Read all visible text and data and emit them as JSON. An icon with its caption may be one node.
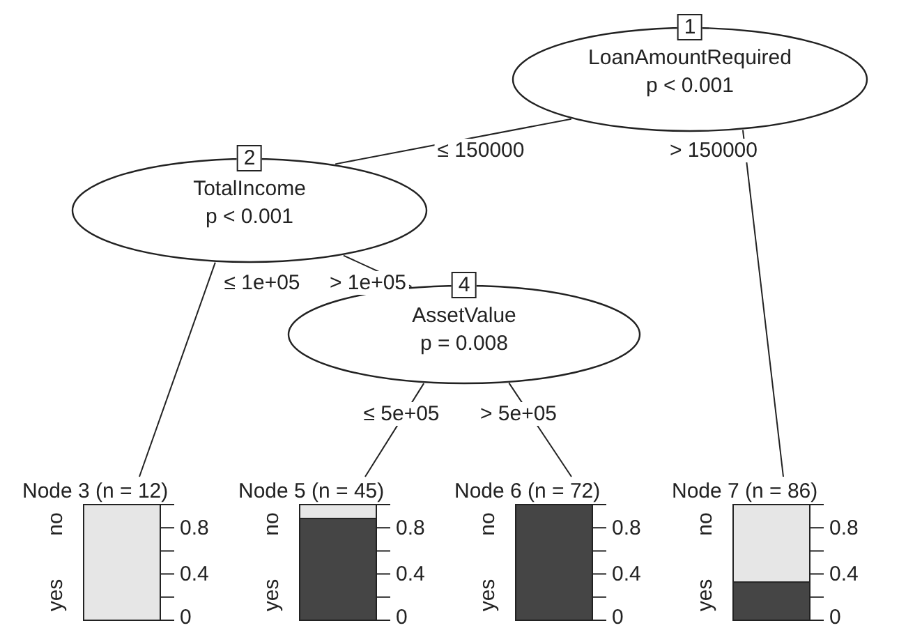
{
  "diagram": {
    "nodes": [
      {
        "text": [
          "1",
          "LoanAmountRequired",
          "p < 0.001"
        ]
      },
      {
        "text": [
          "2",
          "TotalIncome",
          "p < 0.001"
        ]
      },
      {
        "text": [
          "Node 3 (n = 12)",
          "no",
          "yes",
          "0.8",
          "0.4",
          "0"
        ]
      },
      {
        "text": [
          "4",
          "AssetValue",
          "p = 0.008"
        ]
      },
      {
        "text": [
          "Node 5 (n = 45)",
          "no",
          "yes",
          "0.8",
          "0.4",
          "0"
        ]
      },
      {
        "text": [
          "Node 6 (n = 72)",
          "no",
          "yes",
          "0.8",
          "0.4",
          "0"
        ]
      },
      {
        "text": [
          "Node 7 (n = 86)",
          "no",
          "yes",
          "0.8",
          "0.4",
          "0"
        ]
      }
    ],
    "edges": [
      {
        "from": 0,
        "to": 1,
        "arrow": "none",
        "label": "≤ 150000"
      },
      {
        "from": 0,
        "to": 6,
        "arrow": "none",
        "label": "> 150000"
      },
      {
        "from": 1,
        "to": 2,
        "arrow": "none",
        "label": "≤ 1e+05"
      },
      {
        "from": 1,
        "to": 3,
        "arrow": "none",
        "label": "> 1e+05"
      },
      {
        "from": 3,
        "to": 4,
        "arrow": "none",
        "label": "≤ 5e+05"
      },
      {
        "from": 3,
        "to": 5,
        "arrow": "none",
        "label": "> 5e+05"
      }
    ]
  }
}
